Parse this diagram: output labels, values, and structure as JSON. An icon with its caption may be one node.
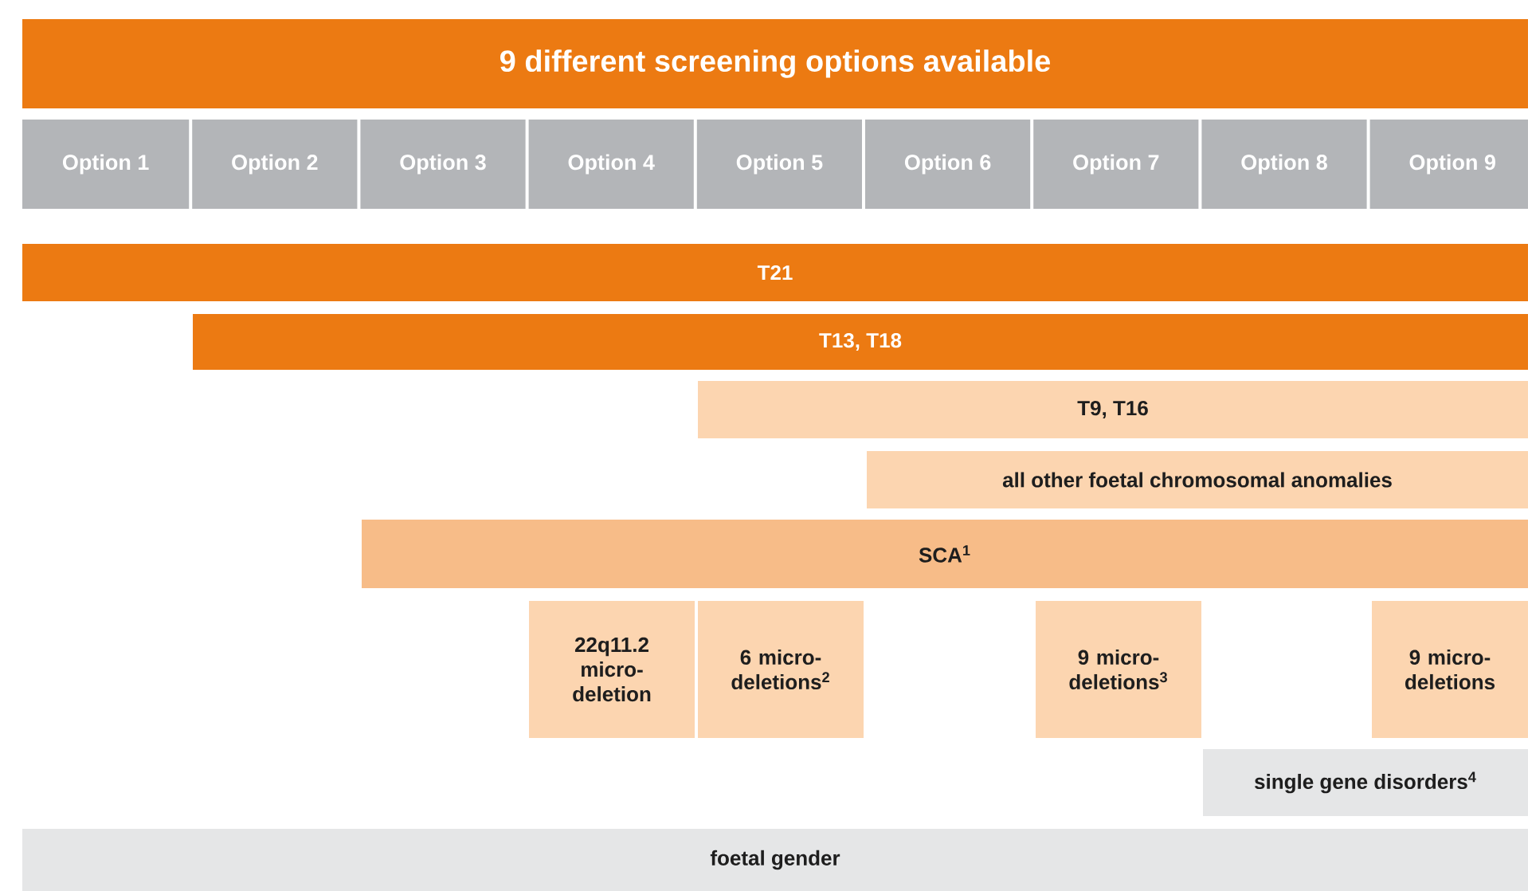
{
  "diagram": {
    "title": "9 different screening options available",
    "nodes": [
      {
        "text": [
          "Option 1"
        ]
      },
      {
        "text": [
          "Option 2"
        ]
      },
      {
        "text": [
          "Option 3"
        ]
      },
      {
        "text": [
          "Option 4"
        ]
      },
      {
        "text": [
          "Option 5"
        ]
      },
      {
        "text": [
          "Option 6"
        ]
      },
      {
        "text": [
          "Option 7"
        ]
      },
      {
        "text": [
          "Option 8"
        ]
      },
      {
        "text": [
          "Option 9"
        ]
      },
      {
        "text": [
          "T21"
        ]
      },
      {
        "text": [
          "T13, T18"
        ]
      },
      {
        "text": [
          "T9, T16"
        ]
      },
      {
        "text": [
          "all other foetal chromosomal anomalies"
        ]
      },
      {
        "text": [
          "SCA$^{1}$"
        ]
      },
      {
        "text": [
          "22q11.2 micro- deletion"
        ]
      },
      {
        "text": [
          "6 micro- deletions$^{2}$"
        ]
      },
      {
        "text": [
          "9 micro- deletions$^{3}$"
        ]
      },
      {
        "text": [
          "9 micro- deletions"
        ]
      },
      {
        "text": [
          "single gene disorders$^{4}$"
        ]
      },
      {
        "text": [
          "foetal gender"
        ]
      }
    ]
  }
}
